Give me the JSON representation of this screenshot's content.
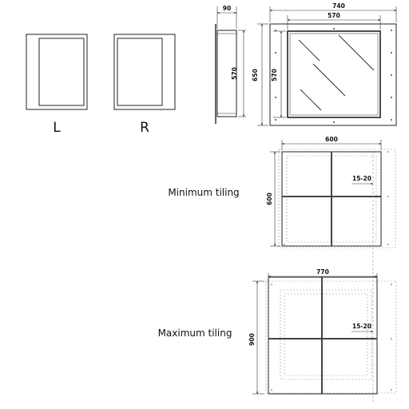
{
  "variants": {
    "left": "L",
    "right": "R"
  },
  "dimensions": {
    "depth": "90",
    "outer_width": "740",
    "inner_width": "570",
    "outer_height": "650",
    "inner_height": "570",
    "min_width": "600",
    "min_height": "600",
    "min_gap": "15-20",
    "max_width": "770",
    "max_height": "900",
    "max_gap": "15-20"
  },
  "labels": {
    "minimum": "Minimum tiling",
    "maximum": "Maximum tiling"
  },
  "colors": {
    "line": "#222222",
    "dim_line": "#333333",
    "dashed": "#9a9a9a",
    "tile_joint": "#444444"
  }
}
